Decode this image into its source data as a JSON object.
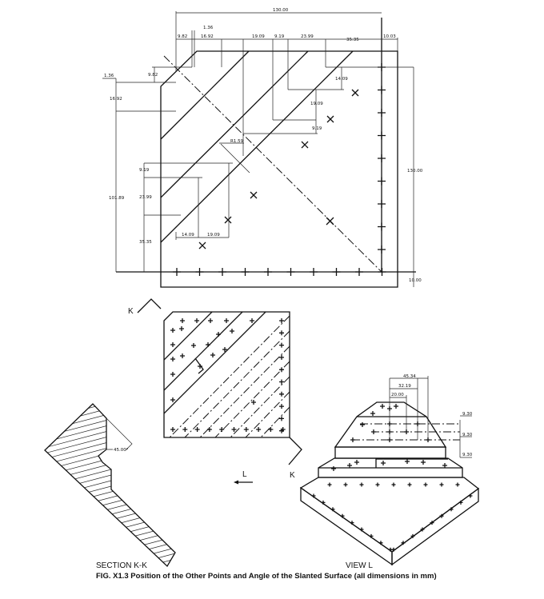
{
  "figure": {
    "caption": "FIG. X1.3 Position of the Other Points and Angle of the Slanted Surface (all dimensions in mm)",
    "section_label": "SECTION K-K",
    "view_label": "VIEW L",
    "arrow_k": "K",
    "arrow_l": "L"
  },
  "plan_view": {
    "top_dims": [
      "130.00",
      "1.36",
      "9.82",
      "16.92",
      "19.09",
      "9.19",
      "23.99",
      "35.35",
      "10.03"
    ],
    "left_dims": [
      "1.36",
      "9.82",
      "16.92",
      "9.19",
      "23.99",
      "101.89",
      "35.35"
    ],
    "inner_dims": [
      "14.09",
      "19.09",
      "9.19",
      "R1.59",
      "14.09",
      "19.09"
    ],
    "right_dims": [
      "130.00",
      "10.00"
    ]
  },
  "section_kk": {
    "angle": "45.00°"
  },
  "view_l": {
    "dims": [
      "45.34",
      "32.19",
      "20.00",
      "9.30",
      "9.30",
      "9.30"
    ]
  }
}
